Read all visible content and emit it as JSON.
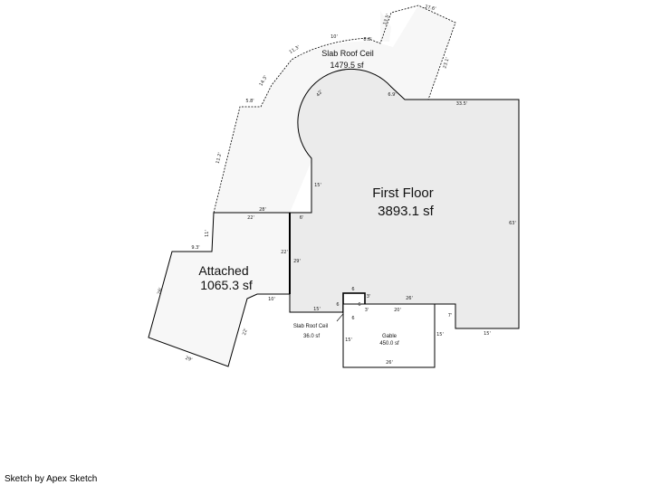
{
  "areas": {
    "first_floor": {
      "name": "First Floor",
      "area": "3893.1 sf"
    },
    "attached": {
      "name": "Attached",
      "area": "1065.3 sf"
    },
    "slab_roof_ceil_upper": {
      "name": "Slab Roof Ceil",
      "area": "1479.5 sf"
    },
    "slab_roof_ceil_small": {
      "name": "Slab Roof Ceil",
      "area": "36.0 sf"
    },
    "gable": {
      "name": "Gable",
      "area": "450.0 sf"
    }
  },
  "dimensions": {
    "ff_top": "33.5'",
    "ff_right": "63'",
    "ff_bottom": "15'",
    "ff_step": "7'",
    "ff_left_upper": "15'",
    "ff_left_mid": "29'",
    "ff_bottom_left": "15'",
    "ff_top_left": "6'",
    "ff_bottom_mid": "10'",
    "arc": "42'",
    "arc_right": "6.9'",
    "att_top": "22'",
    "att_right": "22'",
    "att_left_small": "9.3'",
    "att_left_vert": "11'",
    "att_left_diag": "26'",
    "att_bottom_diag": "29'",
    "att_right_diag": "22'",
    "srl_bottom": "28'",
    "srl_left_a": "11.2'",
    "srl_left_b": "5.8'",
    "srl_curve_a": "14.3'",
    "srl_curve_b": "11.3'",
    "srl_top": "10'",
    "srl_top_b": "8.8'",
    "srl_notch": "13.5'",
    "srl_top_right": "27.6'",
    "srl_right": "23.1'",
    "sq_top": "6",
    "sq_left": "6",
    "sq_right": "6",
    "sq_bottom": "6",
    "sq_right_b": "3'",
    "sq_right_c": "3'",
    "gable_top": "26'",
    "gable_mid": "20'",
    "gable_left": "15'",
    "gable_right": "15'",
    "gable_bottom": "26'"
  },
  "footer": {
    "credit": "Sketch by Apex Sketch"
  },
  "colors": {
    "fill_dark": "#e9e9e9",
    "fill_light": "#f7f7f7",
    "line": "#000000"
  }
}
